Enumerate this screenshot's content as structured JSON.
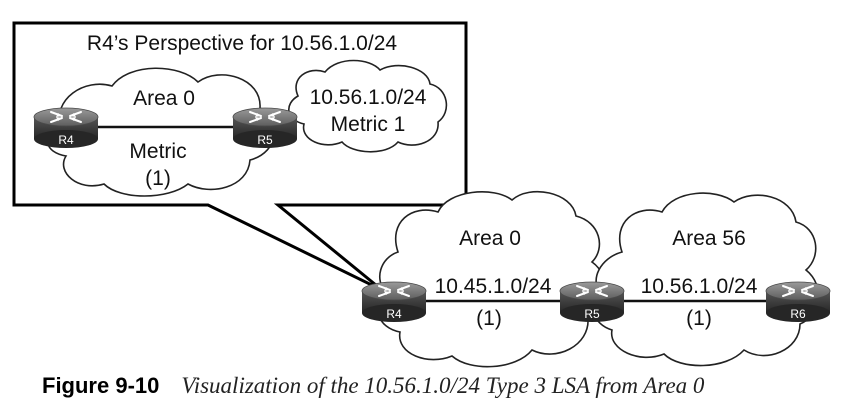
{
  "callout": {
    "title": "R4’s Perspective for 10.56.1.0/24",
    "area": "Area 0",
    "metric_line1": "Metric",
    "metric_line2": "(1)",
    "cloud_prefix": "10.56.1.0/24",
    "cloud_metric": "Metric 1",
    "router_left": "R4",
    "router_right": "R5"
  },
  "topology": {
    "area_left": "Area 0",
    "area_right": "Area 56",
    "link_left_subnet": "10.45.1.0/24",
    "link_left_cost": "(1)",
    "link_right_subnet": "10.56.1.0/24",
    "link_right_cost": "(1)",
    "routers": [
      "R4",
      "R5",
      "R6"
    ]
  },
  "caption": {
    "number": "Figure 9-10",
    "title": "Visualization of the 10.56.1.0/24 Type 3 LSA from Area 0"
  },
  "colors": {
    "router_body": "#3a3a3a",
    "router_top": "#7d7d7d",
    "line": "#111111"
  }
}
